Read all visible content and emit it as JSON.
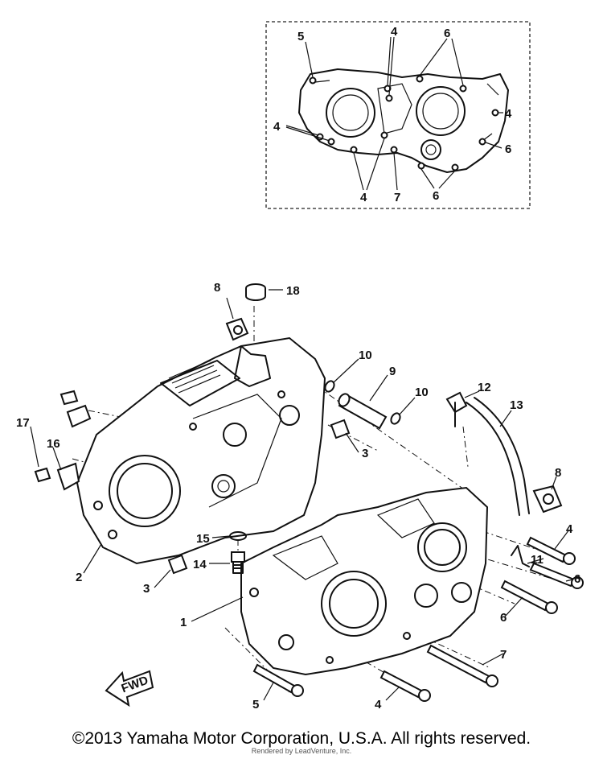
{
  "diagram": {
    "callouts_inset": [
      "5",
      "4",
      "6",
      "4",
      "4",
      "6",
      "4",
      "7",
      "6"
    ],
    "callouts_main": [
      "18",
      "8",
      "10",
      "9",
      "10",
      "12",
      "13",
      "17",
      "16",
      "3",
      "8",
      "15",
      "14",
      "2",
      "3",
      "1",
      "4",
      "11",
      "6",
      "6",
      "7",
      "5",
      "4"
    ]
  },
  "fwd_label": "FWD",
  "copyright": "©2013 Yamaha Motor Corporation, U.S.A. All rights reserved.",
  "rendered_by": "Rendered by LeadVenture, Inc."
}
